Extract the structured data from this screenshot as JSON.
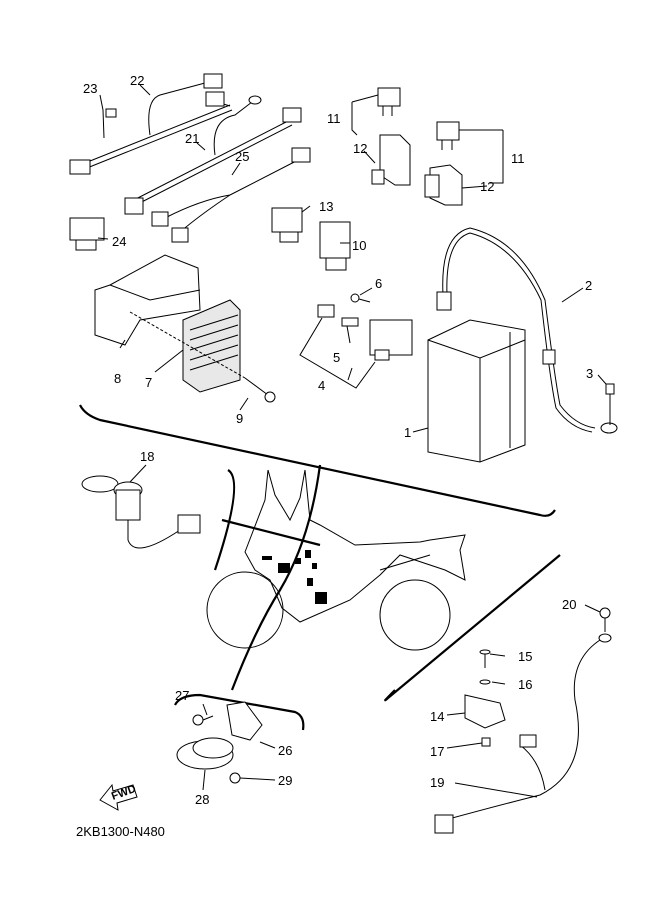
{
  "diagram": {
    "code": "2KB1300-N480",
    "fwd_label": "FWD",
    "callouts": {
      "c1": "1",
      "c2": "2",
      "c3": "3",
      "c4": "4",
      "c5": "5",
      "c6": "6",
      "c7": "7",
      "c8": "8",
      "c9": "9",
      "c10": "10",
      "c11a": "11",
      "c11b": "11",
      "c12a": "12",
      "c12b": "12",
      "c13": "13",
      "c14": "14",
      "c15": "15",
      "c16": "16",
      "c17": "17",
      "c18": "18",
      "c19": "19",
      "c20": "20",
      "c21": "21",
      "c22": "22",
      "c23": "23",
      "c24": "24",
      "c25": "25",
      "c26": "26",
      "c27": "27",
      "c28": "28",
      "c29": "29"
    }
  }
}
